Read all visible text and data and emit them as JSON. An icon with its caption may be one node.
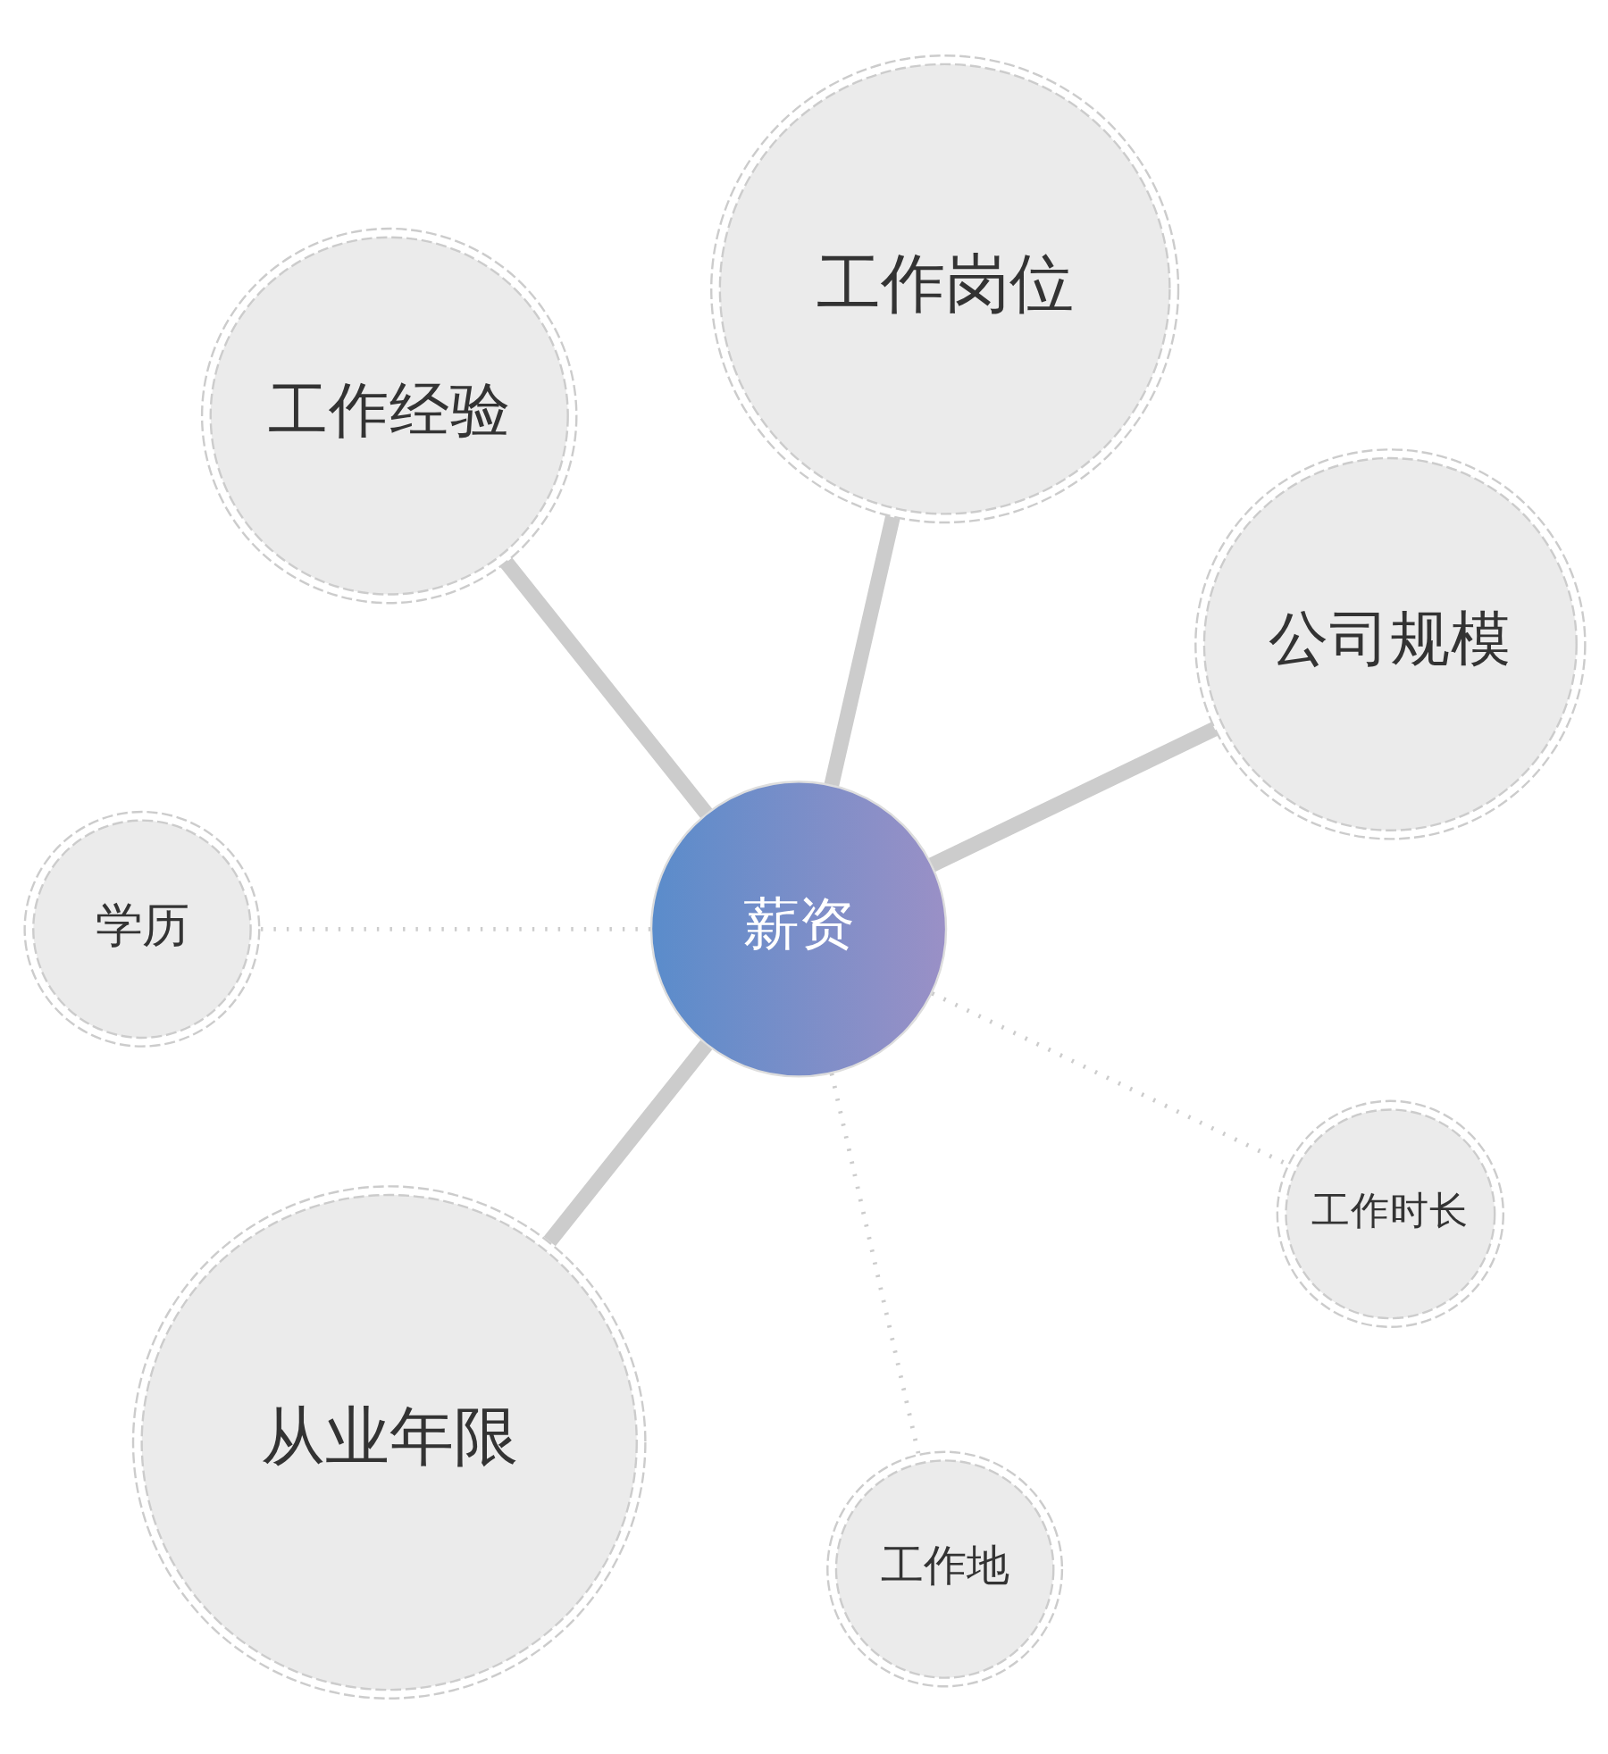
{
  "diagram": {
    "nodes": [
      {
        "text": [
          "薪资"
        ]
      },
      {
        "text": [
          "公司规模"
        ]
      },
      {
        "text": [
          "工作岗位"
        ]
      },
      {
        "text": [
          "工作经验"
        ]
      },
      {
        "text": [
          "学历"
        ]
      },
      {
        "text": [
          "从业年限"
        ]
      },
      {
        "text": [
          "工作地"
        ]
      },
      {
        "text": [
          "工作时长"
        ]
      }
    ],
    "edges": [
      {
        "from": 0,
        "to": 1,
        "arrow": "none"
      },
      {
        "from": 0,
        "to": 2,
        "arrow": "none"
      },
      {
        "from": 0,
        "to": 3,
        "arrow": "none"
      },
      {
        "from": 0,
        "to": 4,
        "arrow": "none",
        "style": "dashed"
      },
      {
        "from": 0,
        "to": 5,
        "arrow": "none"
      },
      {
        "from": 0,
        "to": 6,
        "arrow": "none",
        "style": "dashed"
      },
      {
        "from": 0,
        "to": 7,
        "arrow": "none",
        "style": "dashed"
      }
    ]
  }
}
